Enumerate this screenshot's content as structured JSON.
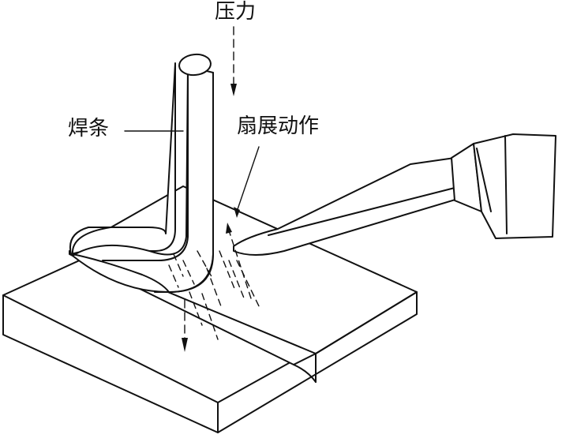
{
  "diagram": {
    "labels": {
      "pressure": "压力",
      "welding_rod": "焊条",
      "fan_motion": "扇展动作"
    },
    "colors": {
      "line": "#111111",
      "background": "#ffffff"
    }
  }
}
